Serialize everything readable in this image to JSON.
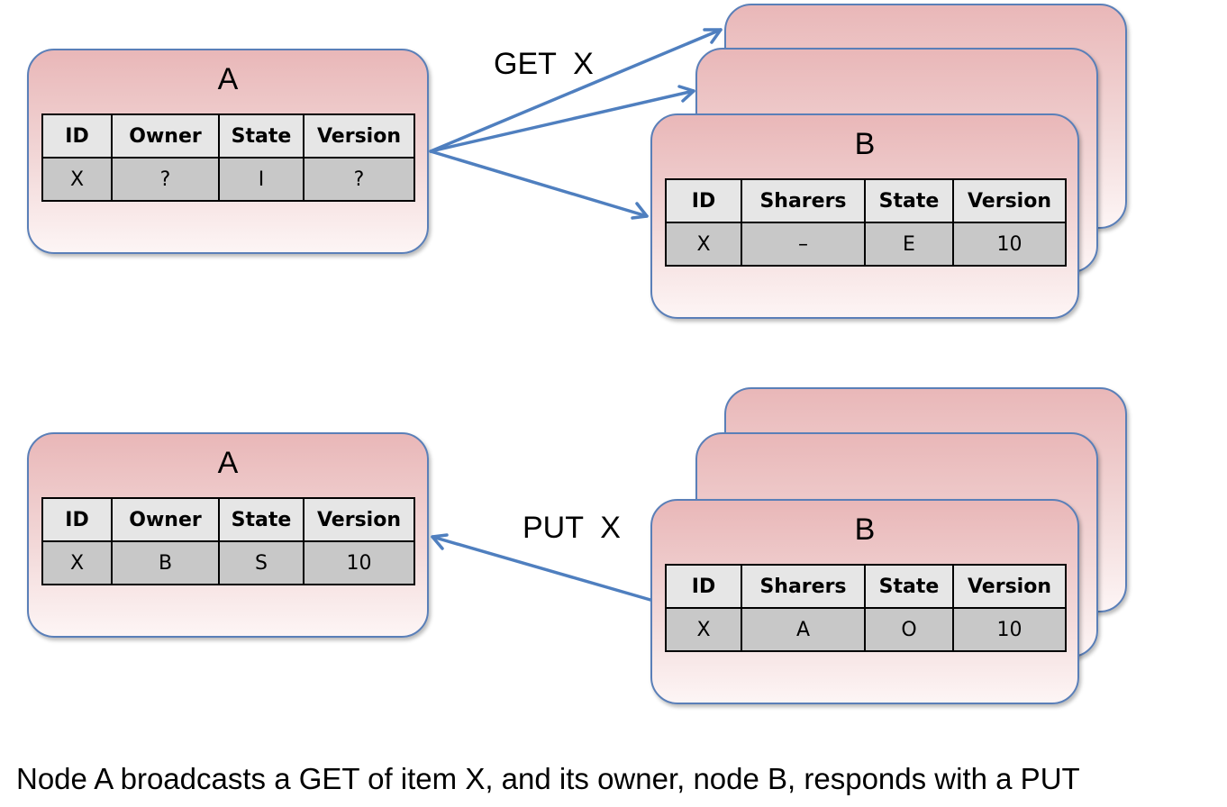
{
  "top": {
    "node_a": {
      "title": "A",
      "headers": [
        "ID",
        "Owner",
        "State",
        "Version"
      ],
      "row": [
        "X",
        "?",
        "I",
        "?"
      ]
    },
    "message": "GET  X",
    "node_b": {
      "title": "B",
      "headers": [
        "ID",
        "Sharers",
        "State",
        "Version"
      ],
      "row": [
        "X",
        "–",
        "E",
        "10"
      ]
    }
  },
  "bottom": {
    "node_a": {
      "title": "A",
      "headers": [
        "ID",
        "Owner",
        "State",
        "Version"
      ],
      "row": [
        "X",
        "B",
        "S",
        "10"
      ]
    },
    "message": "PUT  X",
    "node_b": {
      "title": "B",
      "headers": [
        "ID",
        "Sharers",
        "State",
        "Version"
      ],
      "row": [
        "X",
        "A",
        "O",
        "10"
      ]
    }
  },
  "caption": "Node A broadcasts a GET of item X, and its owner, node B, responds with a PUT",
  "colors": {
    "arrow": "#4f7fbf",
    "node_border": "#5a7fb8",
    "node_fill_top": "#e9b7b8",
    "header_cell": "#e6e6e6",
    "data_cell": "#c8c8c8"
  }
}
